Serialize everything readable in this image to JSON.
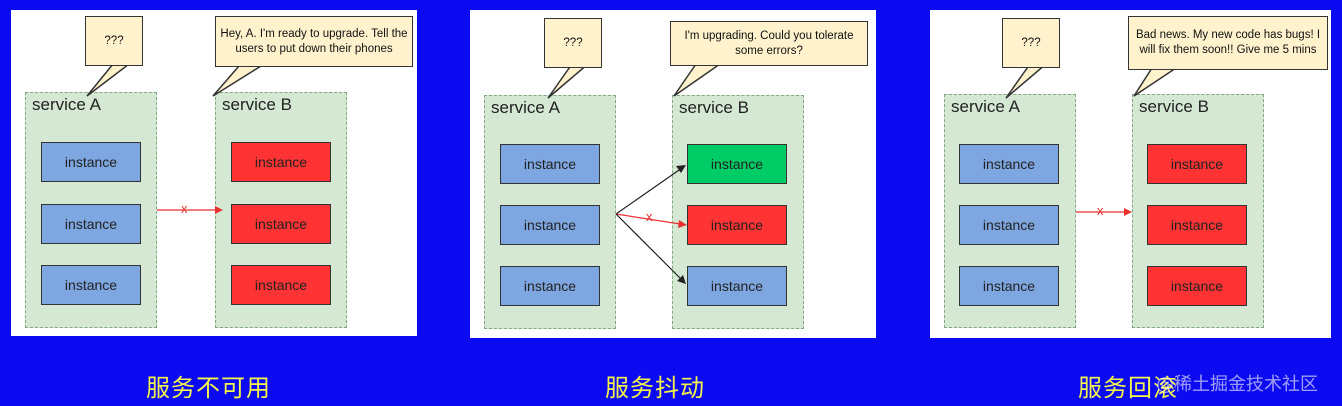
{
  "panels": [
    {
      "bubble_a": "???",
      "bubble_b": "Hey, A. I'm ready to upgrade. Tell the users to put down their phones",
      "service_a": {
        "title": "service A",
        "instances": [
          "instance",
          "instance",
          "instance"
        ]
      },
      "service_b": {
        "title": "service B",
        "instances": [
          "instance",
          "instance",
          "instance"
        ]
      },
      "arrow_label": "x",
      "caption": "服务不可用"
    },
    {
      "bubble_a": "???",
      "bubble_b": "I'm upgrading. Could you tolerate some errors?",
      "service_a": {
        "title": "service A",
        "instances": [
          "instance",
          "instance",
          "instance"
        ]
      },
      "service_b": {
        "title": "service B",
        "instances": [
          "instance",
          "instance",
          "instance"
        ]
      },
      "arrow_label": "x",
      "caption": "服务抖动"
    },
    {
      "bubble_a": "???",
      "bubble_b": "Bad news. My new code has bugs! I will fix them soon!! Give me 5 mins",
      "service_a": {
        "title": "service A",
        "instances": [
          "instance",
          "instance",
          "instance"
        ]
      },
      "service_b": {
        "title": "service B",
        "instances": [
          "instance",
          "instance",
          "instance"
        ]
      },
      "arrow_label": "x",
      "caption": "服务回滚"
    }
  ],
  "watermark": "@稀土掘金技术社区",
  "colors": {
    "background": "#0c0af0",
    "caption": "#f4f44a",
    "service_fill": "#d5e8d4",
    "instance_blue": "#7ea6e0",
    "instance_red": "#ff3333",
    "instance_green": "#00cc66",
    "bubble_fill": "#fff2cc",
    "arrow_red": "#e83030"
  }
}
